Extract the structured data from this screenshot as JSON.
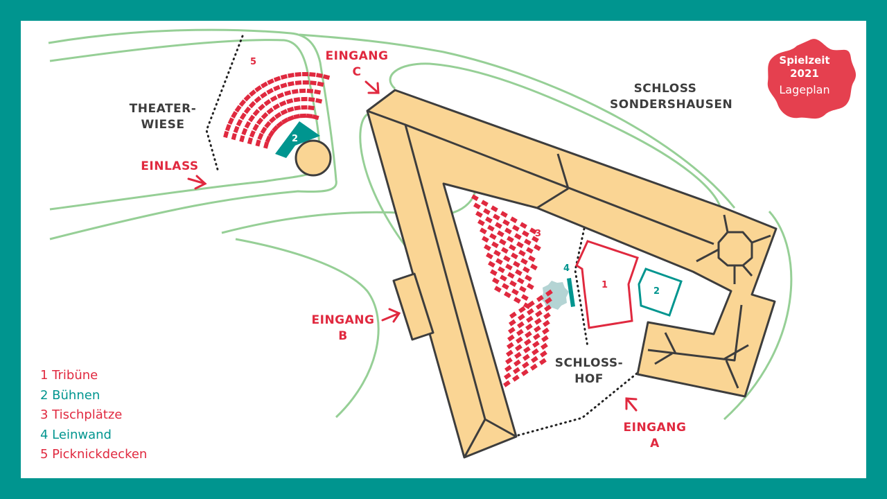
{
  "colors": {
    "frame": "#00958f",
    "building": "#fad594",
    "outline": "#3d3d3d",
    "red": "#e0293f",
    "teal": "#00958f",
    "green": "#96cf96",
    "badge": "#e5404f",
    "screen_plant": "#b4d4d4"
  },
  "labels": {
    "theaterwiese": [
      "THEATER-",
      "WIESE"
    ],
    "schloss": [
      "SCHLOSS",
      "SONDERSHAUSEN"
    ],
    "schlosshof": [
      "SCHLOSS-",
      "HOF"
    ],
    "eingang_a": [
      "EINGANG",
      "A"
    ],
    "eingang_b": [
      "EINGANG",
      "B"
    ],
    "eingang_c": [
      "EINGANG",
      "C"
    ],
    "einlass": "EINLASS"
  },
  "map_numbers": {
    "tribune": "1",
    "stage_court": "2",
    "stage_meadow": "2",
    "tables": "3",
    "screen": "4",
    "picnic": "5"
  },
  "badge": {
    "line1": "Spielzeit",
    "line2": "2021",
    "line3": "Lageplan"
  },
  "legend": [
    {
      "text": "1 Tribüne",
      "color": "#e0293f"
    },
    {
      "text": "2 Bühnen",
      "color": "#00958f"
    },
    {
      "text": "3 Tischplätze",
      "color": "#e0293f"
    },
    {
      "text": "4 Leinwand",
      "color": "#00958f"
    },
    {
      "text": "5 Picknickdecken",
      "color": "#e0293f"
    }
  ]
}
